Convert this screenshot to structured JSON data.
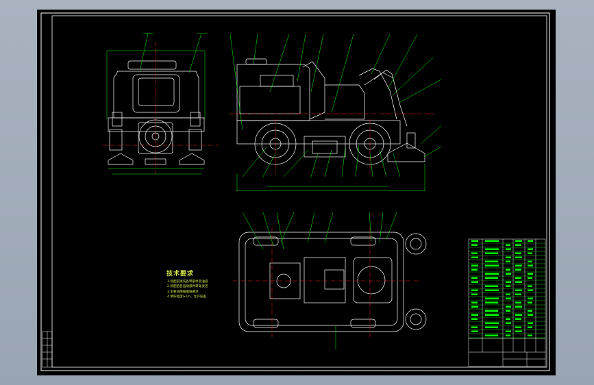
{
  "drawing": {
    "colors": {
      "background": "#9aa5b3",
      "sheet": "#000000",
      "outline": "#ffffff",
      "leader": "#00ff00",
      "centerline": "#ff2020",
      "note_text": "#d6e84a",
      "table_text": "#00ff00"
    },
    "tech_requirements": {
      "title": "技术要求",
      "items": [
        "1.装配前清洗各零部件及油道",
        "2.装配后各运动部件转动灵活",
        "3.主要间隙按图纸要求",
        "4.清扫宽度≥1m，允许误差"
      ]
    },
    "views": [
      "front-view",
      "side-view",
      "top-view"
    ],
    "icons": [
      "wheel-icon",
      "brush-icon",
      "seat-icon"
    ]
  }
}
